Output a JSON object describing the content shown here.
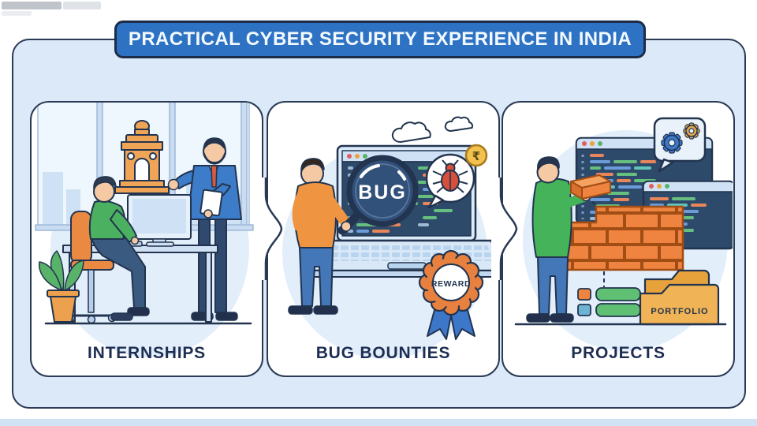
{
  "banner": {
    "title": "PRACTICAL CYBER SECURITY EXPERIENCE IN INDIA"
  },
  "panels": [
    {
      "id": "internships",
      "label": "INTERNSHIPS"
    },
    {
      "id": "bug-bounties",
      "label": "BUG BOUNTIES",
      "magnifier_label": "BUG",
      "badge_label": "REWARD",
      "coin_symbol": "₹"
    },
    {
      "id": "projects",
      "label": "PROJECTS",
      "folder_label": "PORTFOLIO"
    }
  ],
  "colors": {
    "banner_blue": "#2e72c4",
    "outline_navy": "#22344f",
    "container_bg": "#dbe9f8",
    "panel_bg": "#ffffff",
    "accent_orange": "#ee8440",
    "accent_green": "#4cb061",
    "accent_blue": "#3d77c9",
    "screen_navy": "#2e4a6b",
    "coin_gold": "#f2c14e",
    "skin": "#f4c9a4"
  },
  "icons": [
    "india-gate-icon",
    "monitor-icon",
    "office-chair-icon",
    "plant-icon",
    "cloud-icon",
    "laptop-icon",
    "magnifier-icon",
    "bug-icon",
    "rupee-coin-icon",
    "reward-badge-icon",
    "ribbon-icon",
    "code-window-icon",
    "gears-speech-bubble-icon",
    "brick-icon",
    "brick-wall-icon",
    "legend-swatches-icon",
    "portfolio-folder-icon"
  ]
}
